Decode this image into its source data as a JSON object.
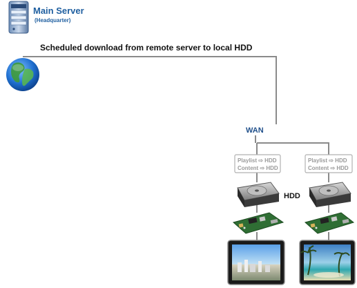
{
  "server": {
    "title": "Main Server",
    "subtitle": "(Headquarter)",
    "icon": "server-tower-icon"
  },
  "globe": {
    "icon": "globe-icon"
  },
  "connection_label": "Scheduled download from remote server to local HDD",
  "wan_label": "WAN",
  "hdd_label": "HDD",
  "sites": [
    {
      "playlist_text": "Playlist ⇨ HDD",
      "content_text": "Content ⇨ HDD",
      "hdd_icon": "hard-disk-icon",
      "board_icon": "media-player-board-icon",
      "screen_icon": "display-screen-icon"
    },
    {
      "playlist_text": "Playlist ⇨ HDD",
      "content_text": "Content ⇨ HDD",
      "hdd_icon": "hard-disk-icon",
      "board_icon": "media-player-board-icon",
      "screen_icon": "display-screen-icon"
    }
  ],
  "colors": {
    "line": "#8a8a8a",
    "label_blue": "#1f5fa0",
    "box_border": "#b0b0b0"
  }
}
